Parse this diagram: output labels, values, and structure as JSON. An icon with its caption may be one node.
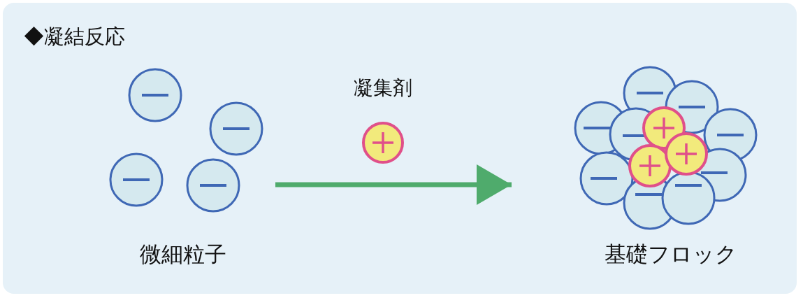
{
  "diagram": {
    "title": "◆凝結反応",
    "nodes": [
      {
        "text": [
          "微細粒子"
        ]
      },
      {
        "text": [
          "基礎フロック"
        ]
      }
    ],
    "edges": [
      {
        "from": 0,
        "to": 1,
        "arrow": "to",
        "label": "凝集剤"
      }
    ]
  }
}
